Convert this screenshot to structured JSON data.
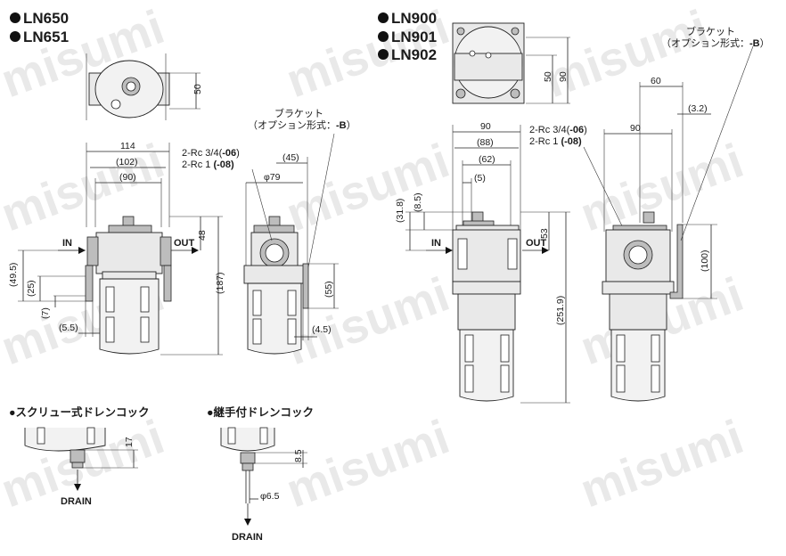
{
  "title": {
    "models_small": [
      "LN650",
      "LN651"
    ],
    "models_large": [
      "LN900",
      "LN901",
      "LN902"
    ]
  },
  "bracket_note": {
    "line1": "ブラケット",
    "line2_prefix": "（オプション形式：",
    "line2_code": "-B",
    "line2_suffix": "）"
  },
  "port_small": {
    "line1_prefix": "2-Rc 3/4(",
    "line1_code": "-06",
    "line1_suffix": ")",
    "line2_prefix": "2-Rc 1",
    "line2_code": "(-08)"
  },
  "port_large": {
    "line1_prefix": "2-Rc 3/4(",
    "line1_code": "-06",
    "line1_suffix": ")",
    "line2_prefix": "2-Rc 1",
    "line2_code": "(-08)"
  },
  "flow": {
    "in": "IN",
    "out": "OUT"
  },
  "dims_small": {
    "top_height": "50",
    "width_overall": "114",
    "width_102": "(102)",
    "width_90": "(90)",
    "in_height": "48",
    "total_height": "(187)",
    "d495": "(49.5)",
    "d25": "(25)",
    "d7": "(7)",
    "d55": "(5.5)",
    "side_45": "(45)",
    "side_phi": "φ79",
    "side_55": "(55)",
    "side_45b": "(4.5)"
  },
  "dims_large": {
    "top_height_50": "50",
    "top_height_90": "90",
    "w90": "90",
    "w88": "(88)",
    "w62": "(62)",
    "w5": "(5)",
    "d318": "(31.8)",
    "d85": "(8.5)",
    "h53": "53",
    "h2519": "(251.9)",
    "side_60": "60",
    "side_32": "(3.2)",
    "side_90": "90",
    "side_100": "(100)"
  },
  "drain_screw": {
    "title": "●スクリュー式ドレンコック",
    "dim": "17",
    "drain": "DRAIN"
  },
  "drain_fitting": {
    "title": "●継手付ドレンコック",
    "dim": "8.5",
    "phi": "φ6.5",
    "drain": "DRAIN"
  },
  "watermark": "misumi"
}
